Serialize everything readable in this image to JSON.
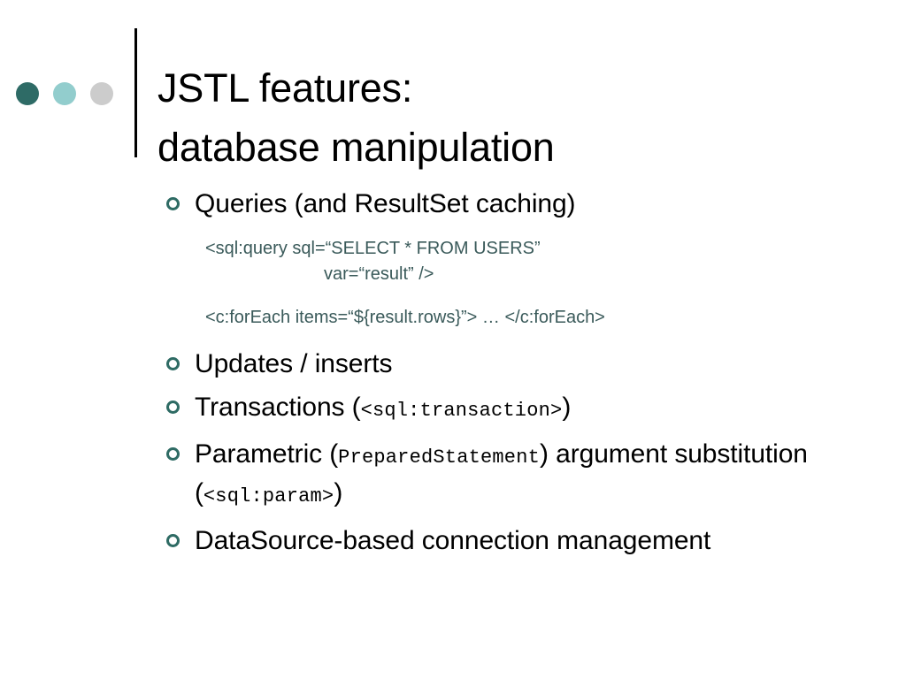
{
  "slide": {
    "title_line1": "JSTL features:",
    "title_line2": "database manipulation",
    "title_full": "JSTL features:\ndatabase manipulation",
    "decor_dots": [
      {
        "name": "dot-dark-teal",
        "color": "#2e6b66"
      },
      {
        "name": "dot-light-teal",
        "color": "#92cdcd"
      },
      {
        "name": "dot-gray",
        "color": "#cccccc"
      }
    ],
    "colors": {
      "background": "#ffffff",
      "title_text": "#000000",
      "body_text": "#000000",
      "bullet_marker": "#2e6b64",
      "code_text": "#3a5a5a",
      "rule": "#000000"
    }
  },
  "bullets": [
    {
      "id": "queries",
      "text": "Queries (and ResultSet caching)"
    },
    {
      "id": "updates-inserts",
      "text": "Updates / inserts"
    },
    {
      "id": "transactions",
      "prefix": "Transactions (",
      "code": "<sql:transaction>",
      "suffix": ")"
    },
    {
      "id": "parametric",
      "prefix": "Parametric (",
      "code": "PreparedStatement",
      "middle": ") argument substitution (",
      "code2": "<sql:param>",
      "suffix": ")"
    },
    {
      "id": "datasource",
      "text": "DataSource-based connection management"
    }
  ],
  "code_block": {
    "line1": "<sql:query sql=“SELECT * FROM USERS”",
    "line2": "var=“result” />",
    "line3": "<c:forEach items=“${result.rows}”> … </c:forEach>"
  }
}
